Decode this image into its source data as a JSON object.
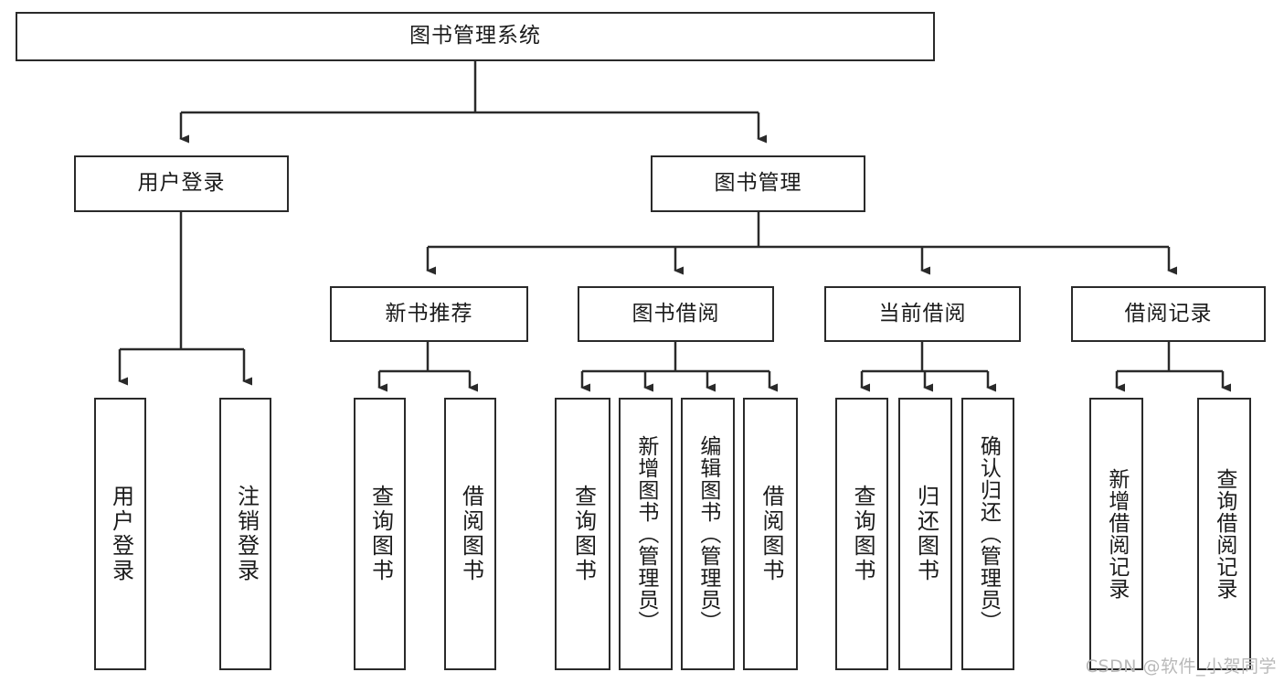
{
  "diagram": {
    "title": "图书管理系统",
    "type": "tree-hierarchy",
    "watermark": "CSDN @软件_小贺同学",
    "colors": {
      "box_border": "#2a2a2a",
      "box_fill": "#ffffff",
      "connector": "#2a2a2a",
      "text": "#1b1b1b",
      "watermark": "#b9b9b9"
    },
    "nodes": {
      "root": {
        "label": "图书管理系统",
        "orientation": "horizontal"
      },
      "l2": [
        {
          "label": "用户登录",
          "orientation": "horizontal"
        },
        {
          "label": "图书管理",
          "orientation": "horizontal"
        }
      ],
      "l3": [
        {
          "label": "新书推荐",
          "orientation": "horizontal"
        },
        {
          "label": "图书借阅",
          "orientation": "horizontal"
        },
        {
          "label": "当前借阅",
          "orientation": "horizontal"
        },
        {
          "label": "借阅记录",
          "orientation": "horizontal"
        }
      ],
      "leaves": {
        "user_login": [
          {
            "label": "用户登录",
            "orientation": "vertical"
          },
          {
            "label": "注销登录",
            "orientation": "vertical"
          }
        ],
        "new_book": [
          {
            "label": "查询图书",
            "orientation": "vertical"
          },
          {
            "label": "借阅图书",
            "orientation": "vertical"
          }
        ],
        "book_borrow": [
          {
            "label": "查询图书",
            "orientation": "vertical"
          },
          {
            "label": "新增图书（管理员）",
            "orientation": "vertical"
          },
          {
            "label": "编辑图书（管理员）",
            "orientation": "vertical"
          },
          {
            "label": "借阅图书",
            "orientation": "vertical"
          }
        ],
        "current_borrow": [
          {
            "label": "查询图书",
            "orientation": "vertical"
          },
          {
            "label": "归还图书",
            "orientation": "vertical"
          },
          {
            "label": "确认归还（管理员）",
            "orientation": "vertical"
          }
        ],
        "borrow_record": [
          {
            "label": "新增借阅记录",
            "orientation": "vertical"
          },
          {
            "label": "查询借阅记录",
            "orientation": "vertical"
          }
        ]
      }
    }
  }
}
